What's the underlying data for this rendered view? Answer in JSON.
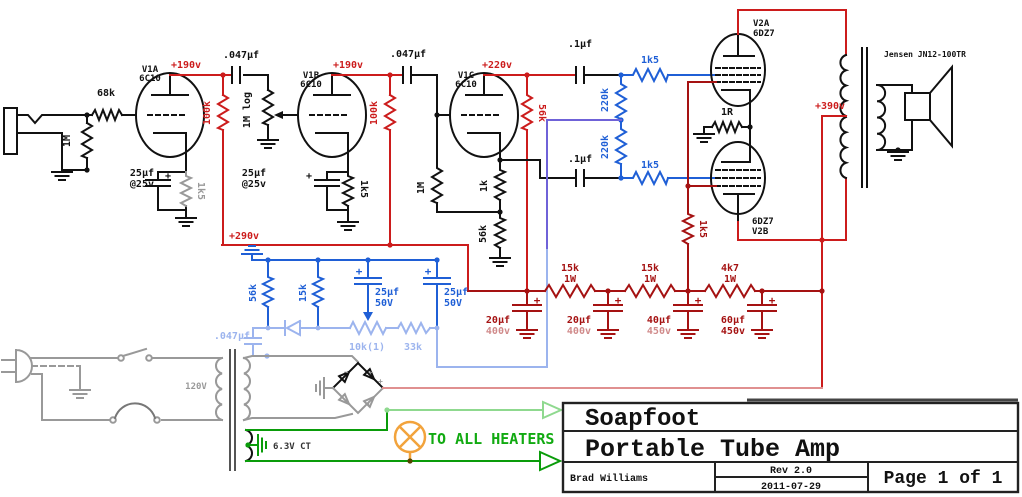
{
  "colors": {
    "wire_black": "#111111",
    "hv_red": "#cc1c1c",
    "psu_dark_red": "#a51212",
    "grid_blue": "#1f5fd6",
    "feedback_light_blue": "#9cb4ee",
    "feedback_purple": "#6f62d8",
    "mains_gray": "#999999",
    "heater_green": "#0a9c0a",
    "heater_light_green": "#8fd98f",
    "lamp_orange": "#f2a33c",
    "rectified_pink": "#e09090"
  },
  "labels": {
    "sym": {
      "plus": "+",
      "tilde": "~",
      "minus": "-"
    },
    "input": {
      "r_series": "68k",
      "r_load": "1M"
    },
    "s1": {
      "name": "V1A",
      "tube": "6C10",
      "hv": "+190v",
      "r_plate": "100k",
      "c_val": "25µf",
      "c_v": "@25v",
      "r_cath": "1k5"
    },
    "cc1": ".047µf",
    "s2": {
      "name": "V1B",
      "tube": "6C10",
      "hv": "+190v",
      "pot": "1M log",
      "r_plate": "100k",
      "c_val": "25µf",
      "c_v": "@25v",
      "r_cath": "1k5"
    },
    "cc2": ".047µf",
    "s3": {
      "name": "V1C",
      "tube": "6C10",
      "hv": "+220v",
      "r_plate": "56k",
      "r_grid": "1M",
      "r_k1": "1k",
      "r_k2": "56k"
    },
    "pi": {
      "c1": ".1µf",
      "c2": ".1µf",
      "r1": "220k",
      "r2": "220k",
      "g1": "1k5",
      "g2": "1k5"
    },
    "out": {
      "v2a": "V2A",
      "v2a_tube": "6DZ7",
      "v2b_tube": "6DZ7",
      "v2b": "V2B",
      "r_k": "1R",
      "r_sg": "1k5",
      "hv": "+390v",
      "speaker": "Jensen JN12-100TR"
    },
    "psu": {
      "rail": "+290v",
      "r1": "15k",
      "r1w": "1W",
      "r2": "15k",
      "r2w": "1W",
      "r3": "4k7",
      "r3w": "1W",
      "c1": "20µf",
      "c1v": "400v",
      "c2": "20µf",
      "c2v": "400v",
      "c3": "40µf",
      "c3v": "450v",
      "c4": "60µf",
      "c4v": "450v"
    },
    "bias": {
      "r1": "56k",
      "r2": "15k",
      "c1": "25µf",
      "c1v": "50V",
      "c2": "25µf",
      "c2v": "50V",
      "c3": ".047µf",
      "pot": "10k(1)",
      "r3": "33k"
    },
    "mains": {
      "v": "120V",
      "heater": "6.3V CT",
      "note": "TO ALL HEATERS"
    }
  },
  "title_block": {
    "company": "Soapfoot",
    "title": "Portable Tube Amp",
    "author": "Brad Williams",
    "rev": "Rev 2.0",
    "date": "2011-07-29",
    "page": "Page 1 of 1"
  }
}
